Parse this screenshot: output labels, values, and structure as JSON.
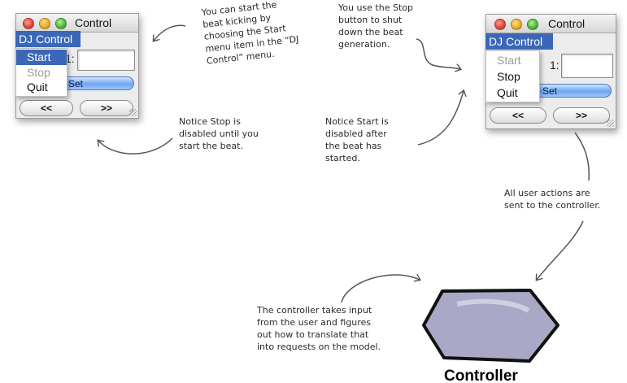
{
  "left_window": {
    "title": "Control",
    "menu_title": "DJ Control",
    "menu_items": [
      {
        "label": "Start",
        "state": "highlighted"
      },
      {
        "label": "Stop",
        "state": "disabled"
      },
      {
        "label": "Quit",
        "state": "enabled"
      }
    ],
    "field_suffix": "1:",
    "set_button": "Set",
    "prev_button": "<<",
    "next_button": ">>"
  },
  "right_window": {
    "title": "Control",
    "menu_title": "DJ Control",
    "menu_items": [
      {
        "label": "Start",
        "state": "disabled"
      },
      {
        "label": "Stop",
        "state": "enabled"
      },
      {
        "label": "Quit",
        "state": "enabled"
      }
    ],
    "field_suffix": "1:",
    "set_button": "Set",
    "prev_button": "<<",
    "next_button": ">>"
  },
  "notes": {
    "start_note": "You can start the\nbeat kicking by\nchoosing the Start\nmenu item in the “DJ\nControl” menu.",
    "stop_note": "You use the Stop\nbutton to shut\ndown the beat\ngeneration.",
    "stop_disabled_note": "Notice Stop is\ndisabled until you\nstart the beat.",
    "start_disabled_note": "Notice Start is\ndisabled after\nthe beat has\nstarted.",
    "user_actions_note": "All user actions are\nsent to the controller.",
    "controller_note": "The controller takes input\nfrom the user and figures\nout how to translate that\ninto requests on the model."
  },
  "controller": {
    "label": "Controller",
    "fill_color": "#a9a8c6",
    "stroke_color": "#111111"
  }
}
